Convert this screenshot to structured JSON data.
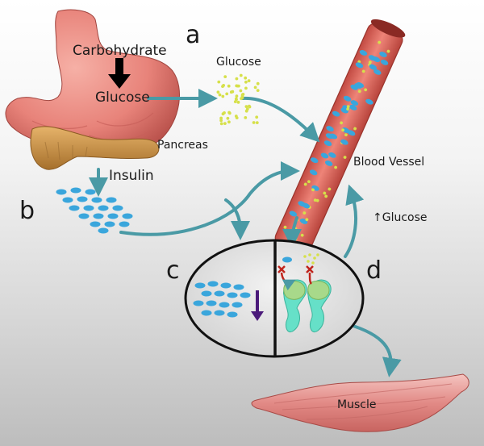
{
  "labels": {
    "carbohydrate": "Carbohydrate",
    "glucose_stomach": "Glucose",
    "glucose_blood": "Glucose",
    "pancreas": "Pancreas",
    "insulin": "Insulin",
    "blood_vessel": "Blood Vessel",
    "glucose_up": "↑Glucose",
    "muscle": "Muscle"
  },
  "panel_letters": {
    "a": "a",
    "b": "b",
    "c": "c",
    "d": "d"
  },
  "colors": {
    "stomach": "#e8837a",
    "pancreas": "#d09a4e",
    "vessel": "#e2685e",
    "insulin": "#3aa6dc",
    "glucose": "#d6e04a",
    "arrow": "#4a9aa5",
    "receptor_green": "#a8d98a",
    "receptor_cyan": "#66e0c8",
    "block_red": "#c0241c",
    "down_arrow": "#4b1a7a",
    "muscle": "#e8a0a0"
  }
}
